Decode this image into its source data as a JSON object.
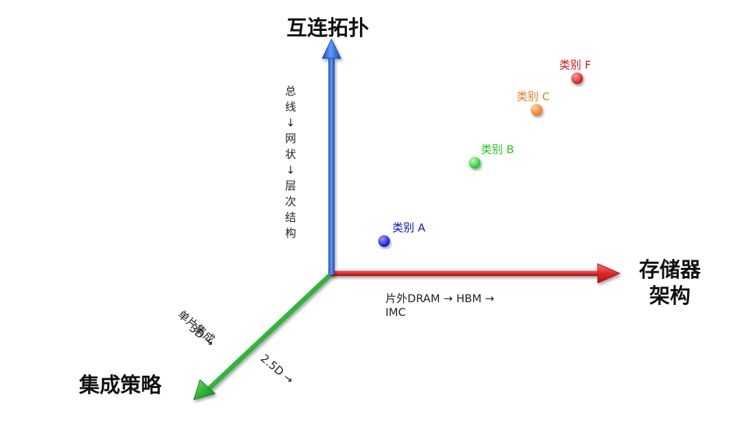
{
  "axes": {
    "vertical": {
      "title": "互连拓扑",
      "description": "总线↓网状↓层次结构",
      "color": "#2f6fd8"
    },
    "horizontal": {
      "title_line1": "存储器",
      "title_line2": "架构",
      "description_line1": "片外DRAM → HBM →",
      "description_line2": "IMC",
      "color": "#e0282a"
    },
    "diagonal": {
      "title": "集成策略",
      "description_line1": "单片集成",
      "description_line2": "3D →",
      "description_line3": "2.5D →",
      "color": "#2fb53a"
    }
  },
  "points": [
    {
      "label": "类别 A",
      "color": "#1212d0"
    },
    {
      "label": "类别 B",
      "color": "#22c422"
    },
    {
      "label": "类别 C",
      "color": "#ee7a1a"
    },
    {
      "label": "类别 F",
      "color": "#d41818"
    }
  ]
}
